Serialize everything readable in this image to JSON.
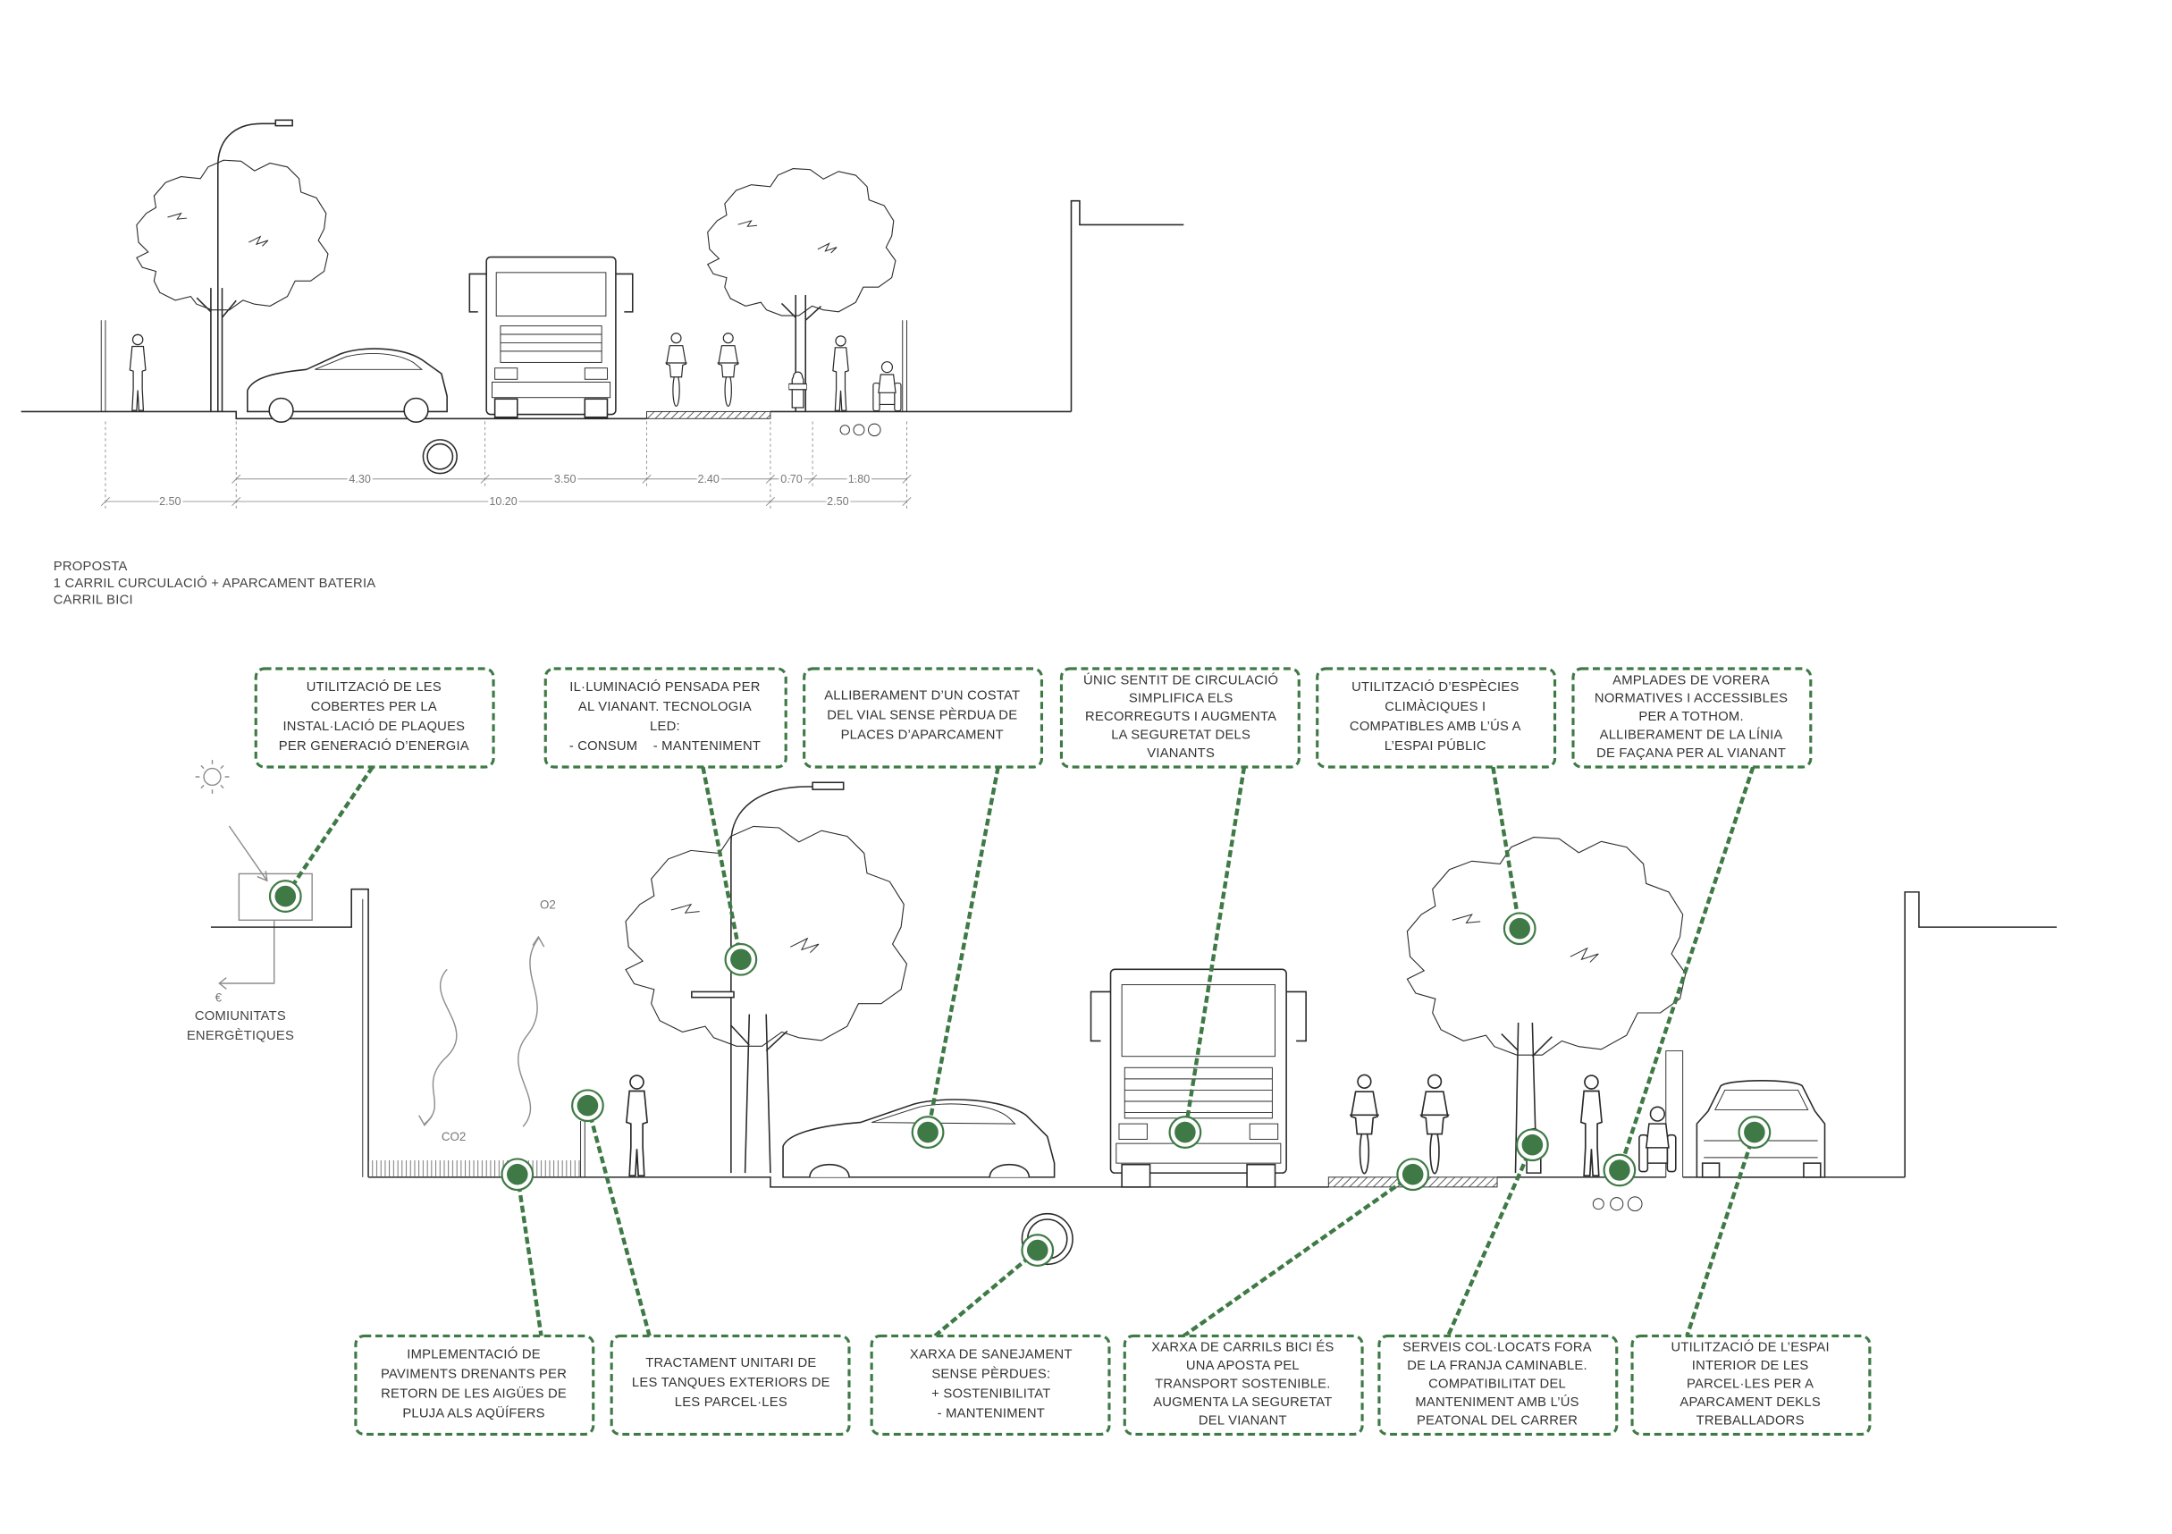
{
  "colors": {
    "accent": "#3f7a46",
    "ink": "#2a2a2a",
    "dim": "#858585"
  },
  "icons": {
    "sun": "sun-icon",
    "euro_arrow": "arrow-left-icon",
    "solar_arrow": "arrow-down-icon"
  },
  "section_top": {
    "dimensions_upper": [
      "4.30",
      "3.50",
      "2.40",
      "0.70",
      "1.80"
    ],
    "dimensions_lower": [
      "2.50",
      "10.20",
      "2.50"
    ]
  },
  "proposal": {
    "title": "PROPOSTA",
    "line1": "1 CARRIL CURCULACIÓ + APARCAMENT BATERIA",
    "line2": "CARRIL BICI"
  },
  "labels": {
    "euro": "€",
    "communities_1": "COMIUNITATS",
    "communities_2": "ENERGÈTIQUES",
    "o2": "O2",
    "co2": "CO2"
  },
  "callouts_top": [
    {
      "lines": [
        "UTILITZACIÓ DE LES",
        "COBERTES PER LA",
        "INSTAL·LACIÓ DE PLAQUES",
        "PER GENERACIÓ D’ENERGIA"
      ]
    },
    {
      "lines": [
        "IL·LUMINACIÓ PENSADA PER",
        "AL VIANANT. TECNOLOGIA",
        "LED:",
        "- CONSUM    - MANTENIMENT"
      ]
    },
    {
      "lines": [
        "ALLIBERAMENT D’UN COSTAT",
        "DEL VIAL SENSE PÈRDUA DE",
        "PLACES D’APARCAMENT"
      ]
    },
    {
      "lines": [
        "ÚNIC SENTIT DE CIRCULACIÓ",
        "SIMPLIFICA ELS",
        "RECORREGUTS I AUGMENTA",
        "LA SEGURETAT DELS",
        "VIANANTS"
      ]
    },
    {
      "lines": [
        "UTILITZACIÓ D’ESPÈCIES",
        "CLIMÀCIQUES I",
        "COMPATIBLES AMB L’ÚS A",
        "L’ESPAI PÚBLIC"
      ]
    },
    {
      "lines": [
        "AMPLADES DE VORERA",
        "NORMATIVES I ACCESSIBLES",
        "PER A TOTHOM.",
        "ALLIBERAMENT DE LA LÍNIA",
        "DE FAÇANA PER AL VIANANT"
      ]
    }
  ],
  "callouts_bottom": [
    {
      "lines": [
        "IMPLEMENTACIÓ DE",
        "PAVIMENTS DRENANTS PER",
        "RETORN DE LES AIGÜES DE",
        "PLUJA ALS AQÜÍFERS"
      ]
    },
    {
      "lines": [
        "TRACTAMENT UNITARI DE",
        "LES TANQUES EXTERIORS DE",
        "LES PARCEL·LES"
      ]
    },
    {
      "lines": [
        "XARXA DE SANEJAMENT",
        "SENSE PÈRDUES:",
        "+ SOSTENIBILITAT",
        "- MANTENIMENT"
      ]
    },
    {
      "lines": [
        "XARXA DE CARRILS BICI ÉS",
        "UNA APOSTA PEL",
        "TRANSPORT SOSTENIBLE.",
        "AUGMENTA LA SEGURETAT",
        "DEL VIANANT"
      ]
    },
    {
      "lines": [
        "SERVEIS COL·LOCATS FORA",
        "DE LA FRANJA CAMINABLE.",
        "COMPATIBILITAT DEL",
        "MANTENIMENT AMB L’ÚS",
        "PEATONAL DEL CARRER"
      ]
    },
    {
      "lines": [
        "UTILITZACIÓ DE L’ESPAI",
        "INTERIOR DE LES",
        "PARCEL·LES PER A",
        "APARCAMENT DEKLS",
        "TREBALLADORS"
      ]
    }
  ]
}
